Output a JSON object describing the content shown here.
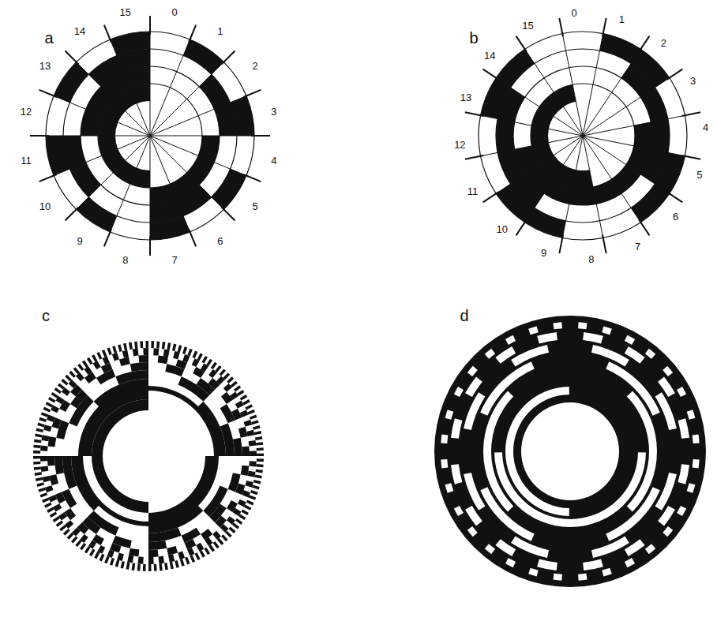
{
  "diagram": {
    "labels": [
      "a",
      "0",
      "1",
      "2",
      "3",
      "4",
      "5",
      "6",
      "7",
      "8",
      "9",
      "10",
      "11",
      "12",
      "13",
      "14",
      "15",
      "b",
      "0",
      "1",
      "2",
      "3",
      "4",
      "5",
      "6",
      "7",
      "8",
      "9",
      "10",
      "11",
      "12",
      "13",
      "14",
      "15",
      "c",
      "d"
    ]
  }
}
